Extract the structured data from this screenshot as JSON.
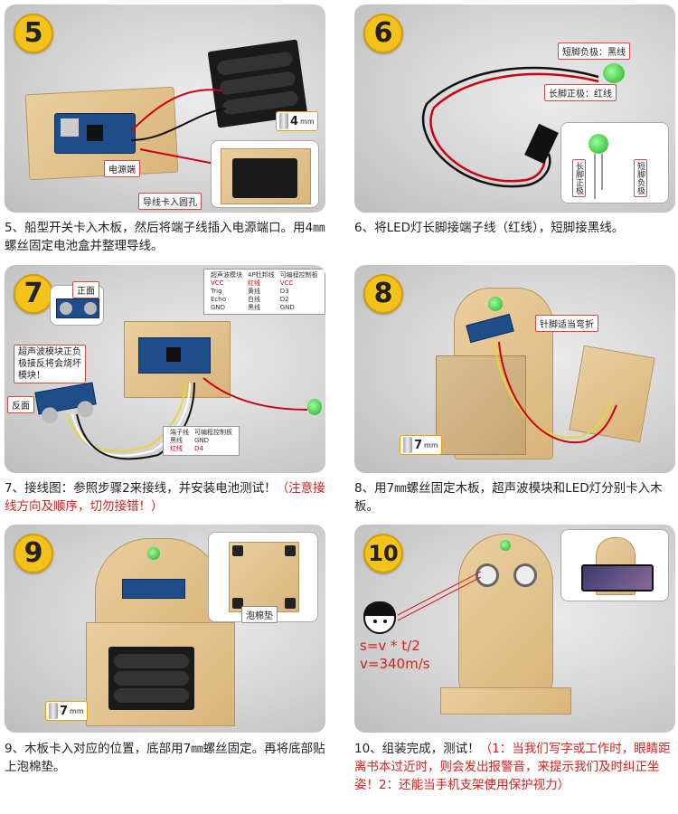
{
  "steps": [
    {
      "number": "5",
      "caption": "5、船型开关卡入木板，然后将端子线插入电源端口。用4㎜螺丝固定电池盒并整理导线。",
      "labels": {
        "power_port": "电源端",
        "wire_hole": "导线卡入圆孔"
      },
      "screw": {
        "size": "4",
        "unit": "mm"
      }
    },
    {
      "number": "6",
      "caption": "6、将LED灯长脚接端子线（红线），短脚接黑线。",
      "labels": {
        "short_leg": "短脚负极：黑线",
        "long_leg": "长脚正极：红线",
        "long_leg_vertical": "长脚正极",
        "short_leg_vertical": "短脚负极"
      }
    },
    {
      "number": "7",
      "caption_main": "7、接线图：参照步骤2来接线，并安装电池测试！",
      "caption_red": "（注意接线方向及顺序，切勿接错！）",
      "labels": {
        "front": "正面",
        "back": "反面",
        "warning": "超声波模块正负极接反将会烧坏模块！"
      },
      "table1": {
        "headers": [
          "超声波模块",
          "4P杜邦线",
          "可编程控制板"
        ],
        "rows": [
          [
            "VCC",
            "红线",
            "VCC"
          ],
          [
            "Trig",
            "黄线",
            "D3"
          ],
          [
            "Echo",
            "白线",
            "D2"
          ],
          [
            "GND",
            "黑线",
            "GND"
          ]
        ]
      },
      "table2": {
        "headers": [
          "端子线",
          "可编程控制板"
        ],
        "rows": [
          [
            "黑线",
            "GND"
          ],
          [
            "红线",
            "D4"
          ]
        ]
      }
    },
    {
      "number": "8",
      "caption": "8、用7㎜螺丝固定木板，超声波模块和LED灯分别卡入木板。",
      "labels": {
        "pin_bend": "针脚适当弯折"
      },
      "screw": {
        "size": "7",
        "unit": "mm"
      }
    },
    {
      "number": "9",
      "caption": "9、木板卡入对应的位置，底部用7㎜螺丝固定。再将底部贴上泡棉垫。",
      "labels": {
        "foam_pad": "泡棉垫"
      },
      "screw": {
        "size": "7",
        "unit": "mm"
      }
    },
    {
      "number": "10",
      "caption_main": "10、组装完成，测试！",
      "caption_red": "（1：当我们写字或工作时，眼睛距离书本过近时，则会发出报警音，来提示我们及时纠正坐姿！2：还能当手机支架使用保护视力）",
      "formula": {
        "line1": "s=v * t/2",
        "line2": "v=340m/s"
      }
    }
  ],
  "colors": {
    "badge": "#f3c21b",
    "warning_red": "#d6201c",
    "board_blue": "#1e4d8a",
    "wood": "#e2c48f"
  }
}
